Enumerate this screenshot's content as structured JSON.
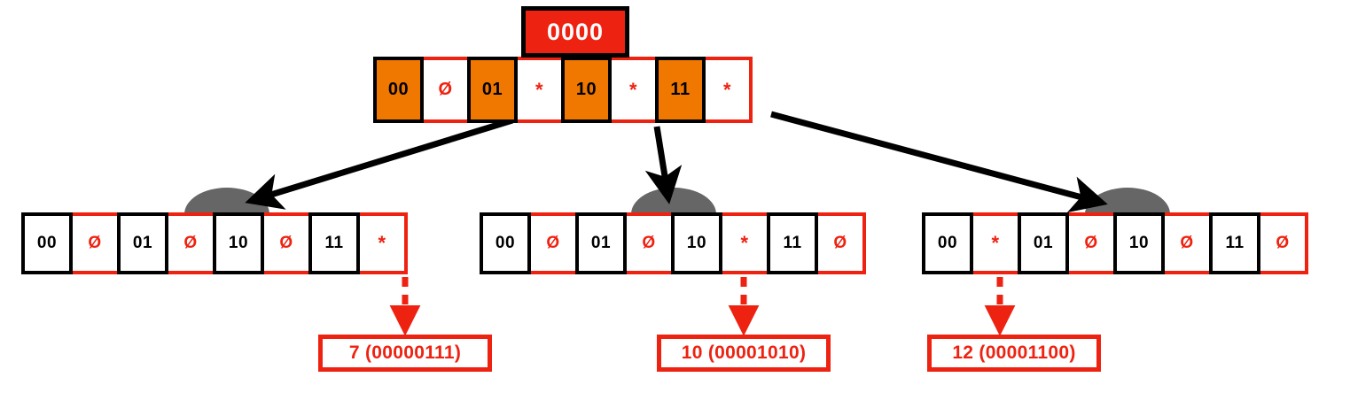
{
  "diagram": {
    "title": "0000",
    "type": "radix-trie-node-diagram",
    "colors": {
      "key_fill": "#F07800",
      "pointer_red": "#EE2211",
      "root_label_fill": "#EE2211",
      "border_black": "#000000",
      "mound_gray": "#666666",
      "background": "#FFFFFF"
    },
    "symbols": {
      "null_pointer": "Ø",
      "valid_pointer": "*"
    }
  },
  "root": {
    "label": "0000",
    "name": "root-node",
    "cells": [
      {
        "text": "00",
        "kind": "key",
        "filled": true
      },
      {
        "text": "Ø",
        "kind": "pointer",
        "filled": false
      },
      {
        "text": "01",
        "kind": "key",
        "filled": true
      },
      {
        "text": "*",
        "kind": "pointer",
        "filled": false
      },
      {
        "text": "10",
        "kind": "key",
        "filled": true
      },
      {
        "text": "*",
        "kind": "pointer",
        "filled": false
      },
      {
        "text": "11",
        "kind": "key",
        "filled": true
      },
      {
        "text": "*",
        "kind": "pointer",
        "filled": false
      }
    ]
  },
  "children": [
    {
      "name": "child-node-0",
      "cells": [
        {
          "text": "00",
          "kind": "key",
          "filled": false
        },
        {
          "text": "Ø",
          "kind": "pointer",
          "filled": false
        },
        {
          "text": "01",
          "kind": "key",
          "filled": false
        },
        {
          "text": "Ø",
          "kind": "pointer",
          "filled": false
        },
        {
          "text": "10",
          "kind": "key",
          "filled": false
        },
        {
          "text": "Ø",
          "kind": "pointer",
          "filled": false
        },
        {
          "text": "11",
          "kind": "key",
          "filled": false
        },
        {
          "text": "*",
          "kind": "pointer",
          "filled": false
        }
      ]
    },
    {
      "name": "child-node-1",
      "cells": [
        {
          "text": "00",
          "kind": "key",
          "filled": false
        },
        {
          "text": "Ø",
          "kind": "pointer",
          "filled": false
        },
        {
          "text": "01",
          "kind": "key",
          "filled": false
        },
        {
          "text": "Ø",
          "kind": "pointer",
          "filled": false
        },
        {
          "text": "10",
          "kind": "key",
          "filled": false
        },
        {
          "text": "*",
          "kind": "pointer",
          "filled": false
        },
        {
          "text": "11",
          "kind": "key",
          "filled": false
        },
        {
          "text": "Ø",
          "kind": "pointer",
          "filled": false
        }
      ]
    },
    {
      "name": "child-node-2",
      "cells": [
        {
          "text": "00",
          "kind": "key",
          "filled": false
        },
        {
          "text": "*",
          "kind": "pointer",
          "filled": false
        },
        {
          "text": "01",
          "kind": "key",
          "filled": false
        },
        {
          "text": "Ø",
          "kind": "pointer",
          "filled": false
        },
        {
          "text": "10",
          "kind": "key",
          "filled": false
        },
        {
          "text": "Ø",
          "kind": "pointer",
          "filled": false
        },
        {
          "text": "11",
          "kind": "key",
          "filled": false
        },
        {
          "text": "Ø",
          "kind": "pointer",
          "filled": false
        }
      ]
    }
  ],
  "leaves": [
    {
      "name": "leaf-box-0",
      "text": "7 (00000111)",
      "decimal": "7",
      "binary": "00000111"
    },
    {
      "name": "leaf-box-1",
      "text": "10 (00001010)",
      "decimal": "10",
      "binary": "00001010"
    },
    {
      "name": "leaf-box-2",
      "text": "12 (00001100)",
      "decimal": "12",
      "binary": "00001100"
    }
  ]
}
